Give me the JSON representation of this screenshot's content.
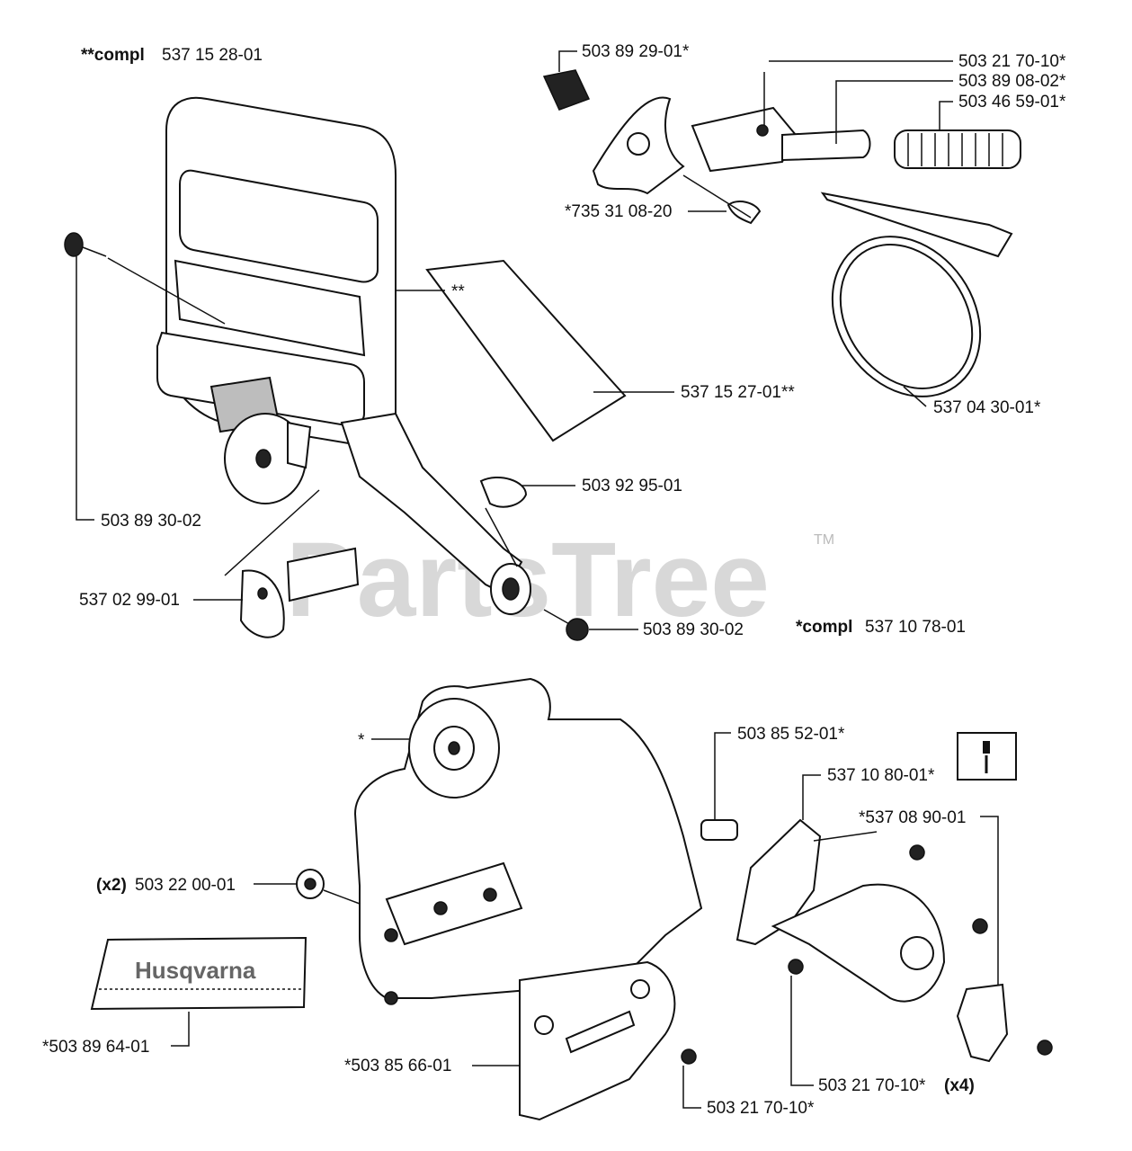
{
  "watermark": {
    "text": "PartsTree",
    "tm": "TM"
  },
  "brand": {
    "text": "Husqvarna"
  },
  "labels": {
    "compl_a_prefix": "**compl",
    "compl_a_value": "537 15 28-01",
    "p_503_89_29_01": "503 89 29-01*",
    "p_503_21_70_10_top": "503 21 70-10*",
    "p_503_89_08_02": "503 89 08-02*",
    "p_503_46_59_01": "503 46 59-01*",
    "p_735_31_08_20": "*735 31 08-20",
    "double_star": "**",
    "p_537_15_27_01": "537 15 27-01**",
    "p_537_04_30_01": "537 04 30-01*",
    "p_503_92_95_01": "503 92 95-01",
    "p_503_89_30_02_left": "503 89 30-02",
    "p_537_02_99_01": "537 02 99-01",
    "p_503_89_30_02_bottom": "503 89 30-02",
    "compl_b_prefix": "*compl",
    "compl_b_value": "537 10 78-01",
    "star": "*",
    "p_503_85_52_01": "503 85 52-01*",
    "p_537_10_80_01": "537 10 80-01*",
    "p_537_08_90_01": "*537 08 90-01",
    "x2_prefix": "(x2)",
    "p_503_22_00_01": "503 22 00-01",
    "p_503_89_64_01": "*503 89 64-01",
    "p_503_85_66_01": "*503 85 66-01",
    "p_503_21_70_10_x4": "503 21 70-10*",
    "x4_suffix": "(x4)",
    "p_503_21_70_10_bottom": "503 21 70-10*"
  }
}
